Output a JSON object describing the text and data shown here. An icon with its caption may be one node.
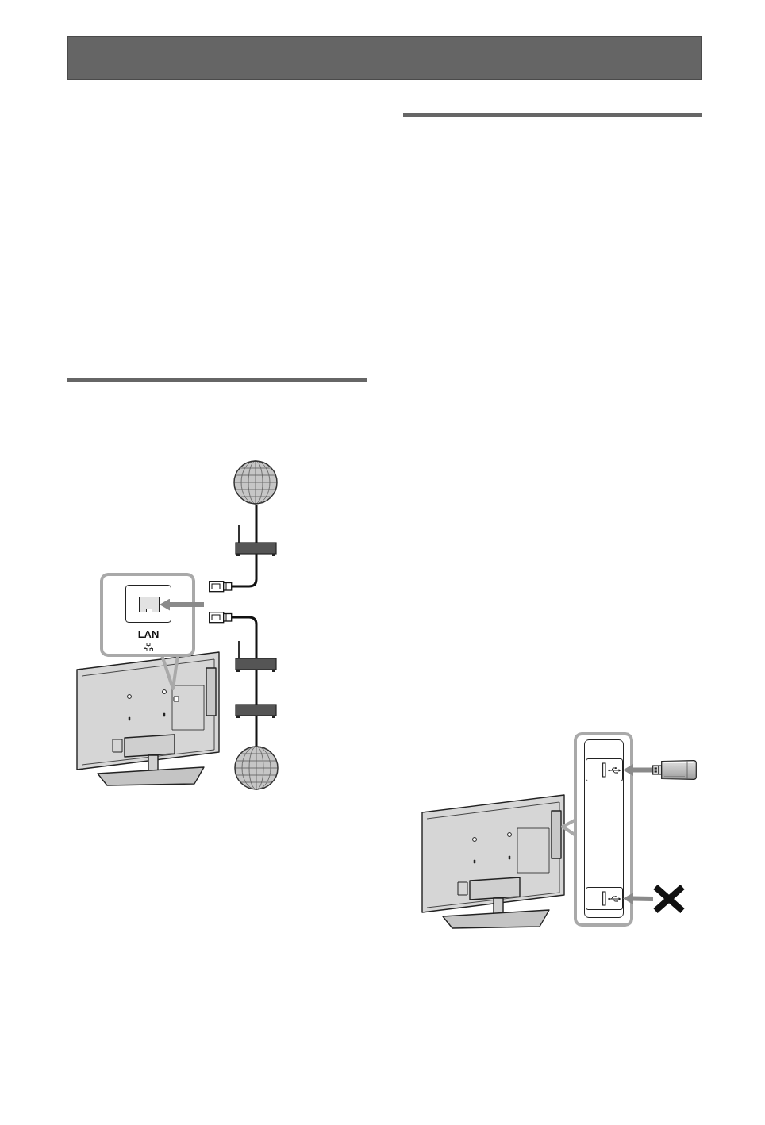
{
  "diagram": {
    "nodes": [
      {
        "text": [
          "LAN"
        ]
      },
      {
        "text": [],
        "shape": "box",
        "in": 0
      },
      {
        "text": [],
        "shape": "box"
      },
      {
        "text": [],
        "shape": "box",
        "in": 2
      },
      {
        "text": [],
        "shape": "picture"
      },
      {
        "text": [],
        "shape": "box",
        "in": 2
      },
      {
        "text": [],
        "shape": "cross"
      }
    ],
    "edges": [
      {
        "from": null,
        "to": 1,
        "arrow": "to"
      },
      {
        "from": 4,
        "to": 3,
        "arrow": "to"
      },
      {
        "from": 6,
        "to": 5,
        "arrow": "to"
      }
    ]
  }
}
